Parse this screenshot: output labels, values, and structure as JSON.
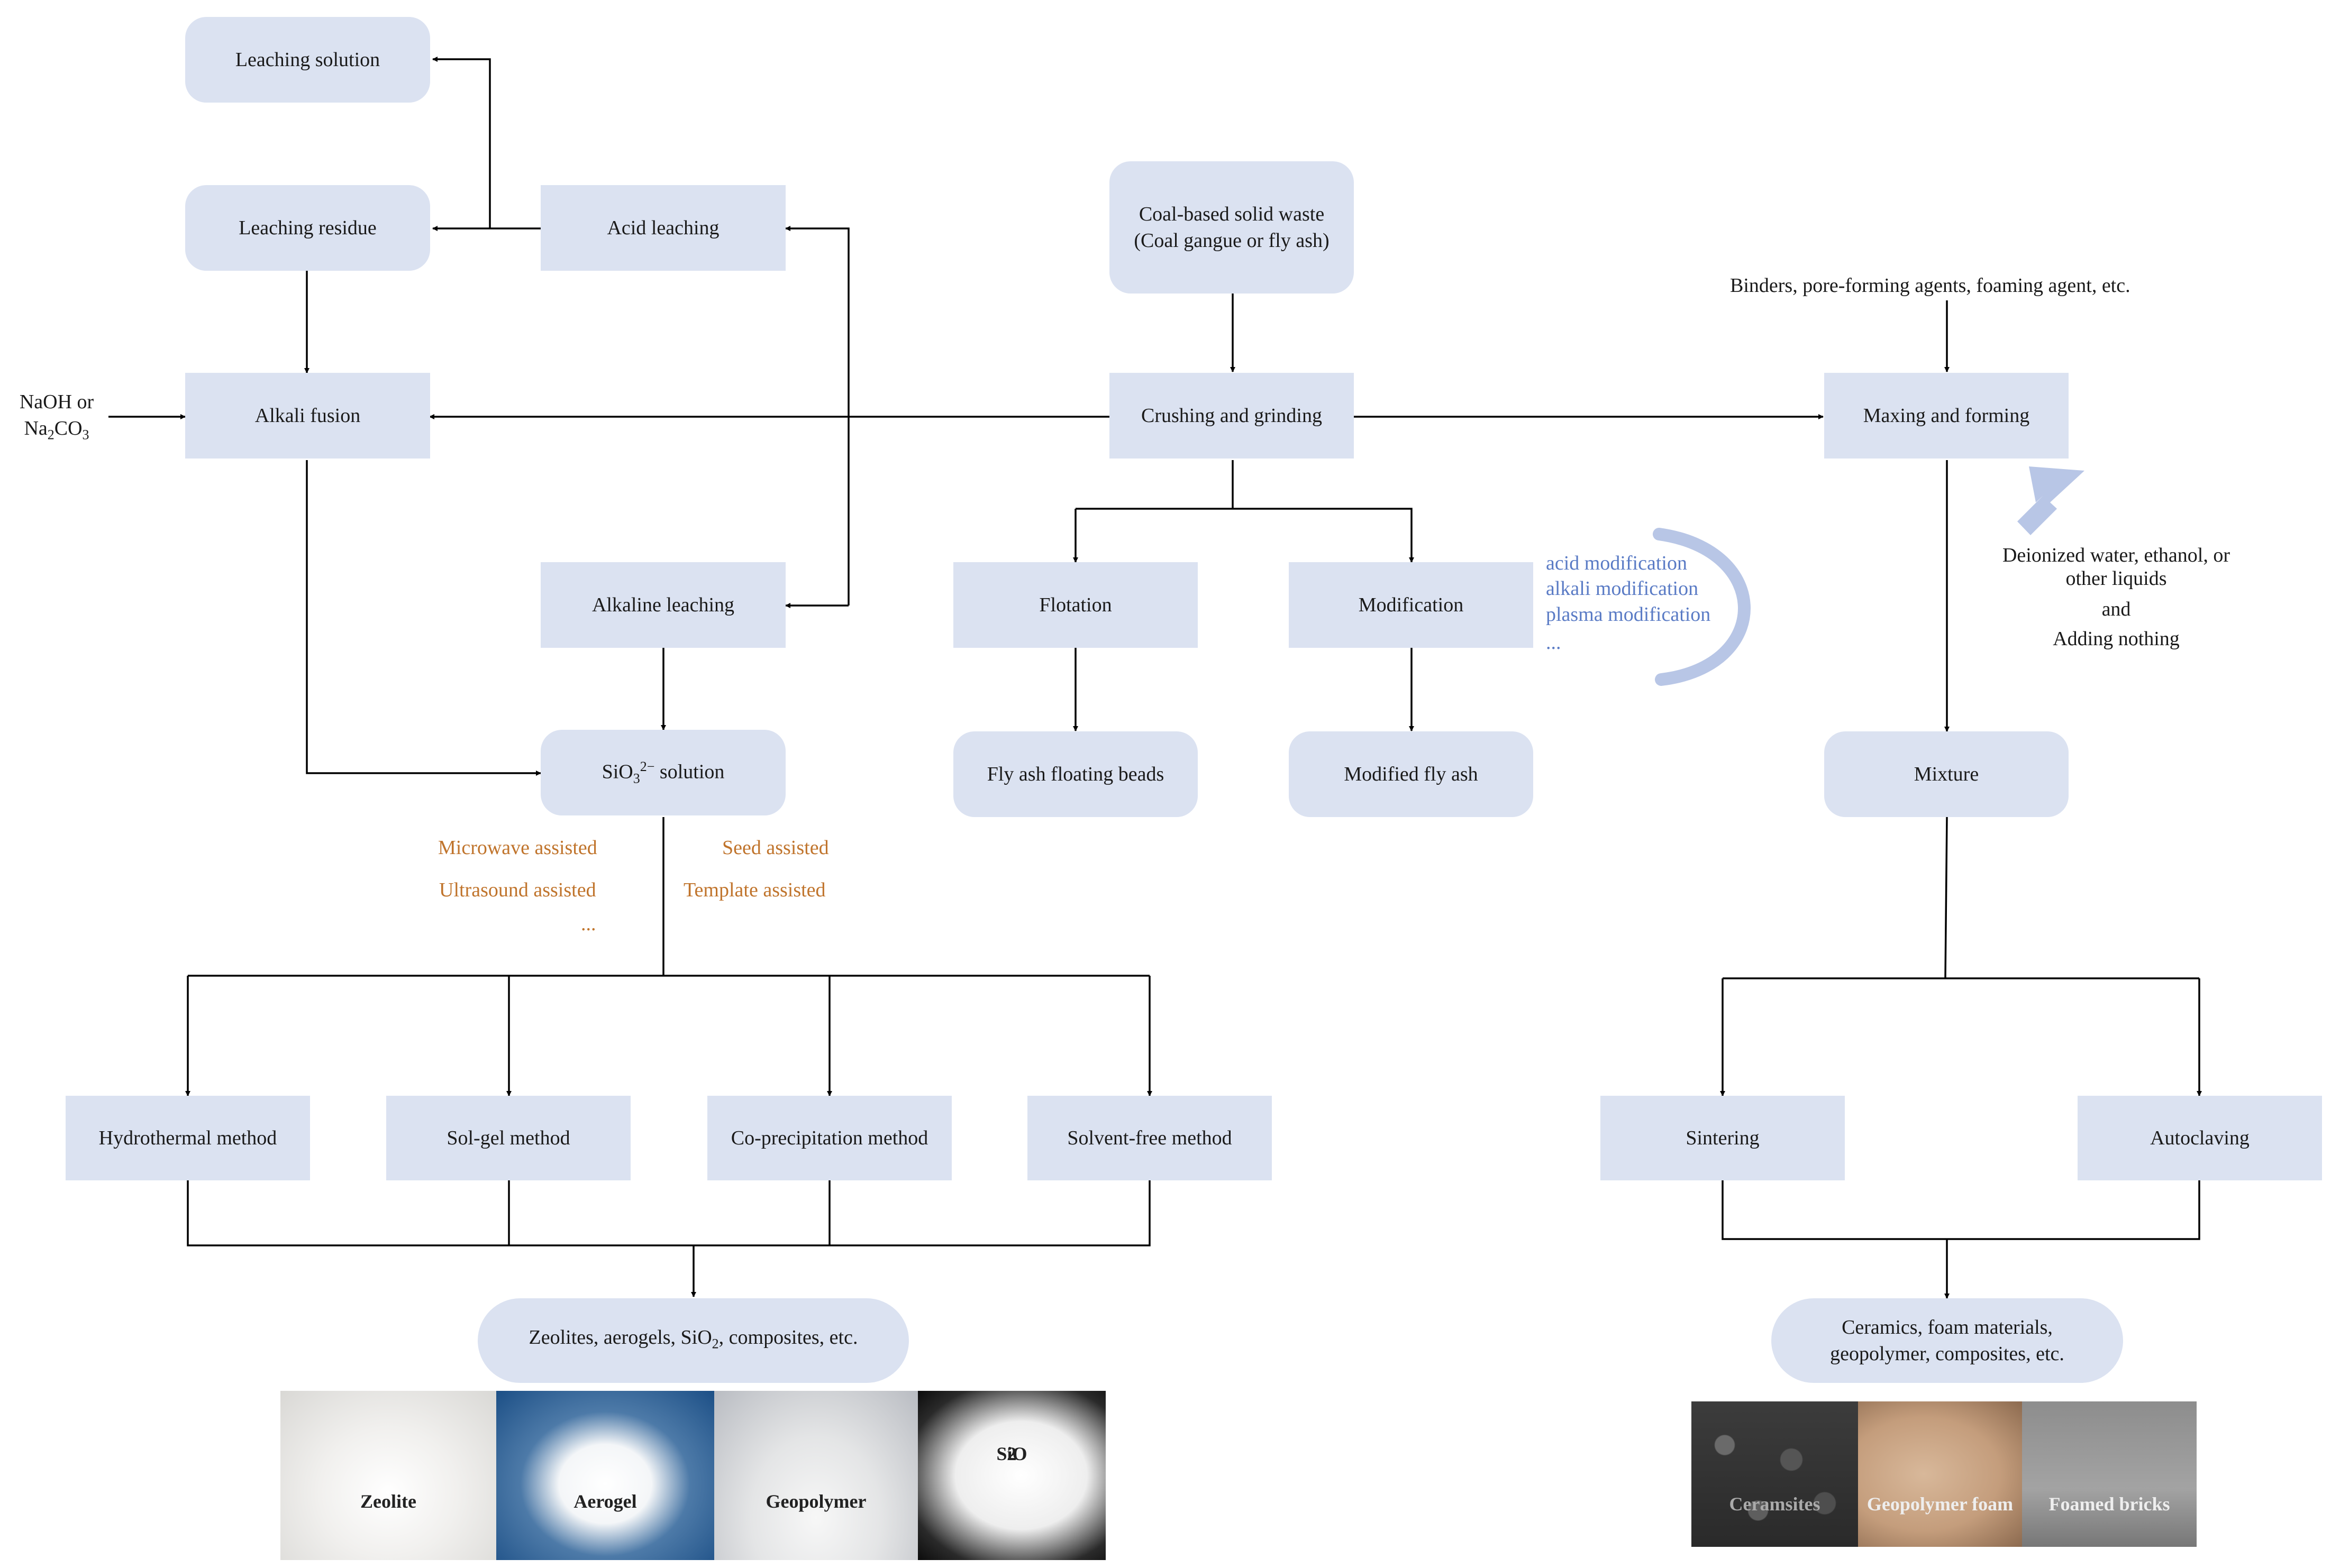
{
  "nodes": {
    "leaching_solution": "Leaching solution",
    "leaching_residue": "Leaching residue",
    "acid_leaching": "Acid leaching",
    "alkali_fusion": "Alkali fusion",
    "alkaline_leaching": "Alkaline leaching",
    "sio3_solution": {
      "prefix": "SiO",
      "sub": "3",
      "sup": "2−",
      "suffix": " solution"
    },
    "coal_waste_line1": "Coal-based solid waste",
    "coal_waste_line2": "(Coal gangue or fly ash)",
    "crushing": "Crushing and grinding",
    "flotation": "Flotation",
    "modification": "Modification",
    "floating_beads": "Fly ash floating beads",
    "modified_fly_ash": "Modified fly ash",
    "maxing": "Maxing and forming",
    "mixture": "Mixture",
    "hydrothermal": "Hydrothermal method",
    "solgel": "Sol-gel method",
    "coprecip": "Co-precipitation method",
    "solventfree": "Solvent-free method",
    "sintering": "Sintering",
    "autoclaving": "Autoclaving",
    "products_left": {
      "prefix": "Zeolites, aerogels, SiO",
      "sub": "2",
      "suffix": ", composites, etc."
    },
    "products_right_line1": "Ceramics, foam materials,",
    "products_right_line2": "geopolymer, composites, etc."
  },
  "labels": {
    "naoh_line1": "NaOH or",
    "na2co3": {
      "prefix": "Na",
      "sub1": "2",
      "mid": "CO",
      "sub2": "3"
    },
    "binders": "Binders, pore-forming agents, foaming agent, etc.",
    "deionized_line1": "Deionized water, ethanol, or",
    "deionized_line2": "other liquids",
    "deionized_line3": "and",
    "deionized_line4": "Adding nothing",
    "microwave": "Microwave assisted",
    "ultrasound": "Ultrasound assisted",
    "ellipsis_left": "...",
    "seed": "Seed assisted",
    "template": "Template assisted",
    "acid_mod": "acid modification",
    "alkali_mod": "alkali modification",
    "plasma_mod": "plasma modification",
    "ellipsis_mod": "..."
  },
  "photos": {
    "zeolite": "Zeolite",
    "aerogel": "Aerogel",
    "geopolymer": "Geopolymer",
    "sio2": {
      "prefix": "SiO",
      "sub": "2"
    },
    "ceramsites": "Ceramsites",
    "geopolymer_foam": "Geopolymer foam",
    "foamed_bricks": "Foamed bricks"
  },
  "colors": {
    "box_fill": "#dbe2f1",
    "orange_text": "#c0742c",
    "blue_text": "#5a7bc5",
    "arc_color": "#b8c6e6"
  }
}
